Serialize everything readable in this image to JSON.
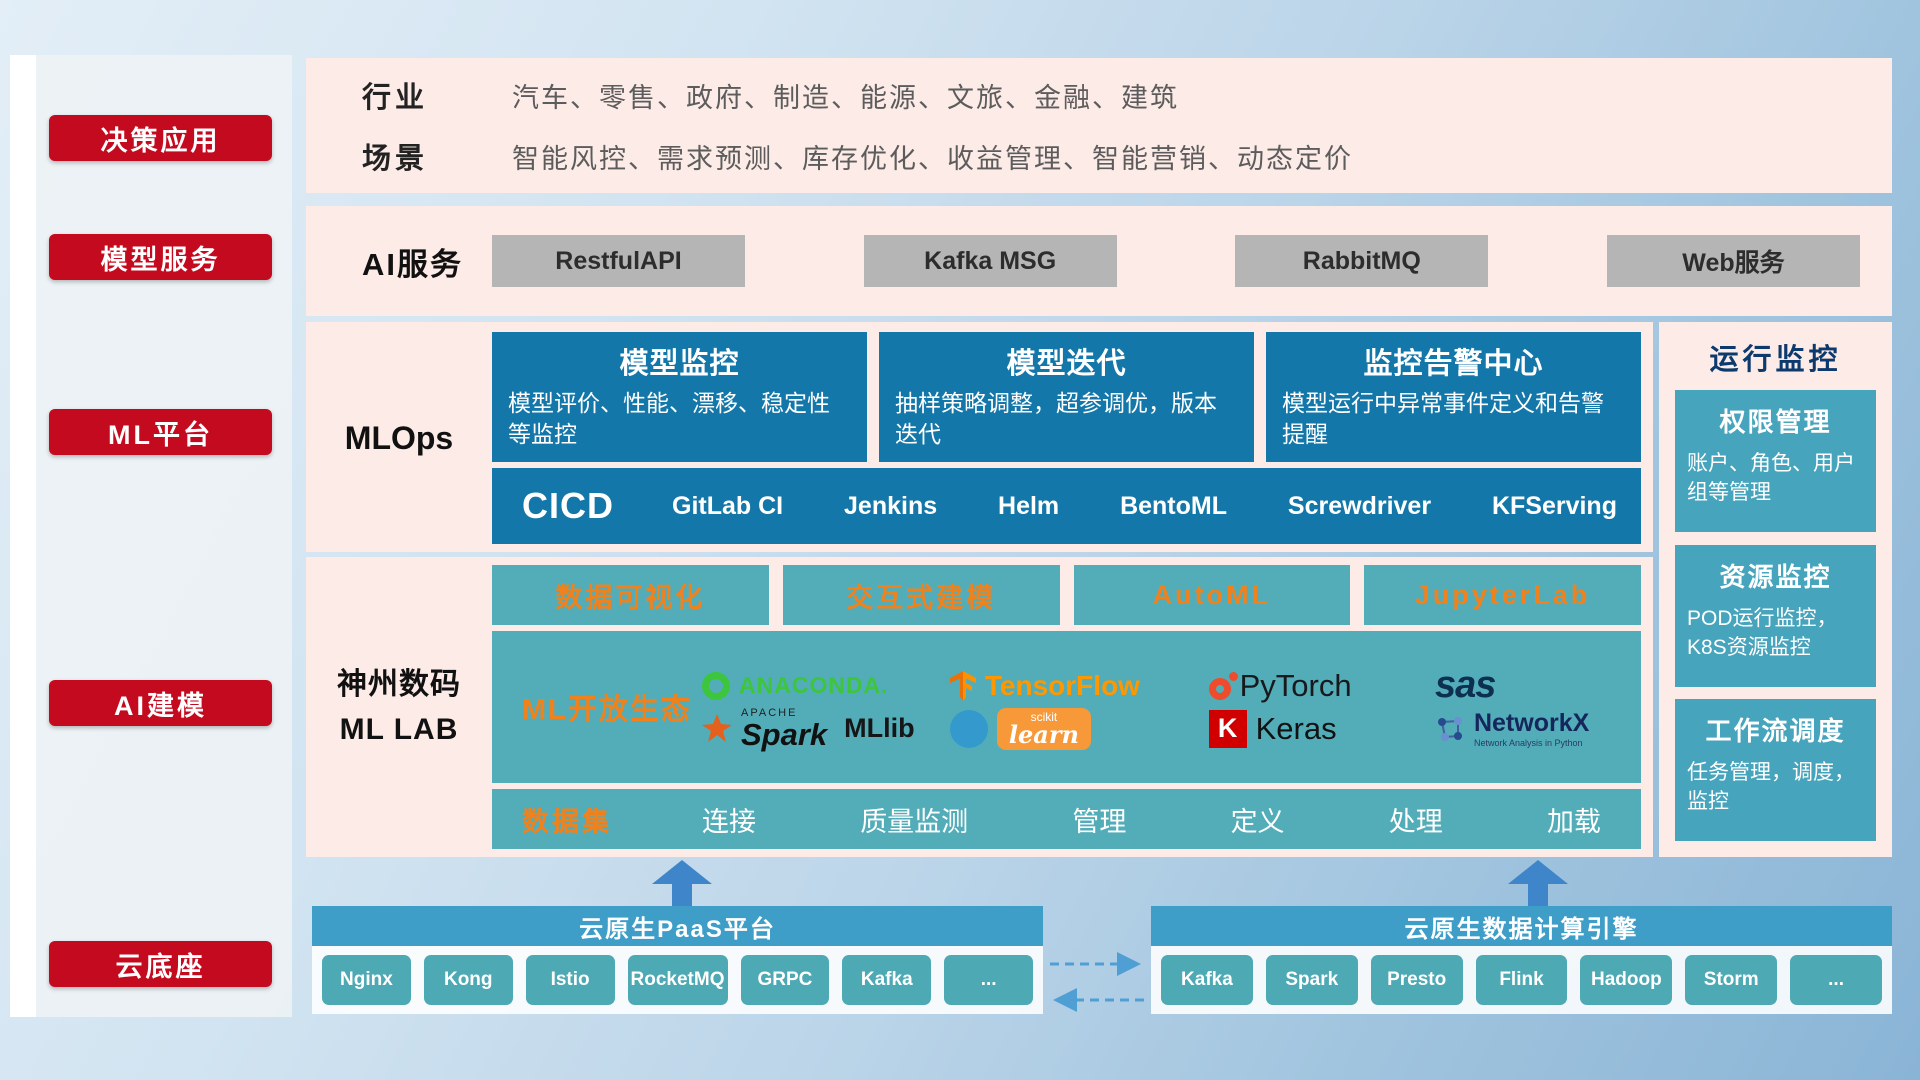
{
  "sidebar": {
    "items": [
      {
        "label": "决策应用"
      },
      {
        "label": "模型服务"
      },
      {
        "label": "ML平台"
      },
      {
        "label": "AI建模"
      },
      {
        "label": "云底座"
      }
    ]
  },
  "industry": {
    "rows": [
      {
        "label": "行业",
        "text": "汽车、零售、政府、制造、能源、文旅、金融、建筑"
      },
      {
        "label": "场景",
        "text": "智能风控、需求预测、库存优化、收益管理、智能营销、动态定价"
      }
    ]
  },
  "ai_service": {
    "label": "AI服务",
    "buttons": [
      {
        "label": "RestfulAPI"
      },
      {
        "label": "Kafka MSG"
      },
      {
        "label": "RabbitMQ"
      },
      {
        "label": "Web服务"
      }
    ]
  },
  "mlops": {
    "label": "MLOps",
    "cards": [
      {
        "title": "模型监控",
        "desc": "模型评价、性能、漂移、稳定性等监控"
      },
      {
        "title": "模型迭代",
        "desc": "抽样策略调整，超参调优，版本迭代"
      },
      {
        "title": "监控告警中心",
        "desc": "模型运行中异常事件定义和告警提醒"
      }
    ],
    "cicd_label": "CICD",
    "cicd_tools": [
      {
        "label": "GitLab CI"
      },
      {
        "label": "Jenkins"
      },
      {
        "label": "Helm"
      },
      {
        "label": "BentoML"
      },
      {
        "label": "Screwdriver"
      },
      {
        "label": "KFServing"
      }
    ]
  },
  "mllab": {
    "label_line1": "神州数码",
    "label_line2": "ML LAB",
    "tools": [
      {
        "label": "数据可视化"
      },
      {
        "label": "交互式建模"
      },
      {
        "label": "AutoML"
      },
      {
        "label": "JupyterLab"
      }
    ],
    "ecosystem_label": "ML开放生态",
    "logos": {
      "anaconda": "ANACONDA.",
      "tensorflow": "TensorFlow",
      "pytorch": "PyTorch",
      "sas": "sas",
      "spark_small": "APACHE",
      "spark": "Spark",
      "mllib": "MLlib",
      "scikit": "scikit",
      "learn": "learn",
      "keras_badge": "K",
      "keras": "Keras",
      "networkx": "NetworkX",
      "networkx_sub": "Network Analysis in Python"
    },
    "dataset_label": "数据集",
    "dataset_items": [
      {
        "label": "连接"
      },
      {
        "label": "质量监测"
      },
      {
        "label": "管理"
      },
      {
        "label": "定义"
      },
      {
        "label": "处理"
      },
      {
        "label": "加载"
      }
    ]
  },
  "monitor": {
    "title": "运行监控",
    "cards": [
      {
        "title": "权限管理",
        "desc": "账户、角色、用户组等管理"
      },
      {
        "title": "资源监控",
        "desc": "POD运行监控，K8S资源监控"
      },
      {
        "title": "工作流调度",
        "desc": "任务管理，调度，监控"
      }
    ]
  },
  "bottom": {
    "paas_title": "云原生PaaS平台",
    "paas_items": [
      {
        "label": "Nginx"
      },
      {
        "label": "Kong"
      },
      {
        "label": "Istio"
      },
      {
        "label": "RocketMQ"
      },
      {
        "label": "GRPC"
      },
      {
        "label": "Kafka"
      },
      {
        "label": "..."
      }
    ],
    "engine_title": "云原生数据计算引擎",
    "engine_items": [
      {
        "label": "Kafka"
      },
      {
        "label": "Spark"
      },
      {
        "label": "Presto"
      },
      {
        "label": "Flink"
      },
      {
        "label": "Hadoop"
      },
      {
        "label": "Storm"
      },
      {
        "label": "..."
      }
    ]
  },
  "colors": {
    "accent_red": "#c40a1e",
    "panel_pink": "#fcebe6",
    "card_blue": "#1477a9",
    "teal": "#52adb8",
    "monitor_teal": "#47a4bd",
    "bottom_blue": "#3f9ec8",
    "orange_text": "#f0821e"
  }
}
